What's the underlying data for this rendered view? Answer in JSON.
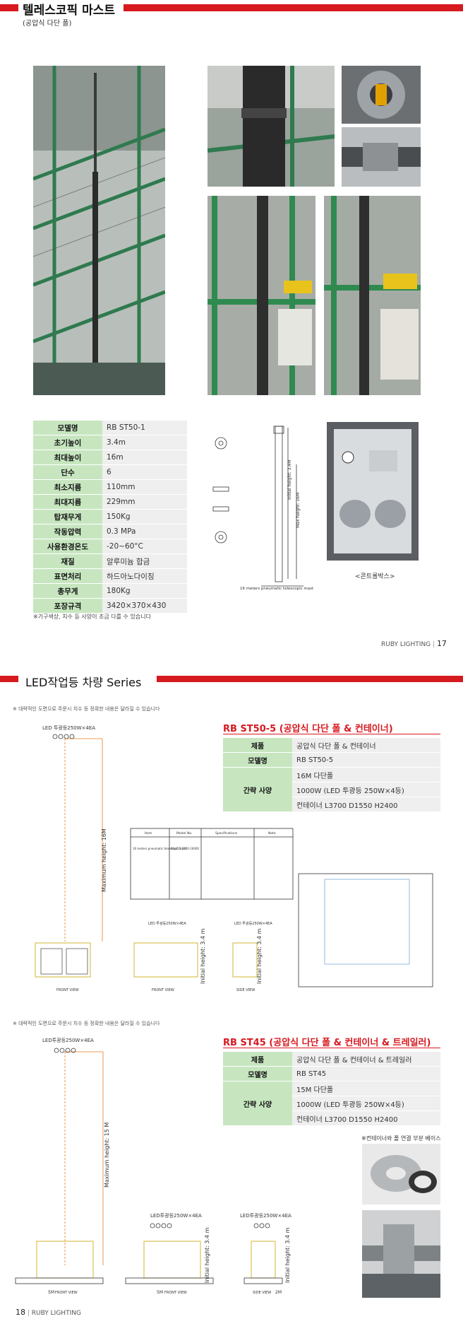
{
  "top": {
    "title": "텔레스코픽 마스트",
    "subtitle": "(공압식 다단 폴)",
    "specs": [
      {
        "label": "모델명",
        "value": "RB ST50-1"
      },
      {
        "label": "초기높이",
        "value": "3.4m"
      },
      {
        "label": "최대높이",
        "value": "16m"
      },
      {
        "label": "단수",
        "value": "6"
      },
      {
        "label": "최소지름",
        "value": "110mm"
      },
      {
        "label": "최대지름",
        "value": "229mm"
      },
      {
        "label": "탑재무게",
        "value": "150Kg"
      },
      {
        "label": "작동압력",
        "value": "0.3 MPa"
      },
      {
        "label": "사용환경온도",
        "value": "-20~60°C"
      },
      {
        "label": "재질",
        "value": "알루미늄 합금"
      },
      {
        "label": "표면처리",
        "value": "하드아노다이징"
      },
      {
        "label": "총무게",
        "value": "180Kg"
      },
      {
        "label": "포장규격",
        "value": "3420×370×430"
      }
    ],
    "note": "※기구색상, 치수 등 사양이 조금 다를 수 있습니다",
    "drawing_caption": "16 meters pneumatic telescopic mast",
    "control_box_caption": "<콘트롤박스>",
    "drawing_labels": {
      "initial": "Initial height: 3.4M",
      "max": "Max height: 16M"
    }
  },
  "page17": {
    "brand": "RUBY LIGHTING",
    "number": "17"
  },
  "section2": {
    "title": "LED작업등 차량 Series",
    "disclaimer": "※ 대략적인 도면으로 주문시 치수 등 정확한 내용은 달라질 수 있습니다",
    "product1": {
      "title": "RB ST50-5 (공압식 다단 폴 & 컨테이너)",
      "rows": [
        {
          "label": "제품",
          "value": "공압식 다단 폴 & 컨테이너"
        },
        {
          "label": "모델명",
          "value": "RB ST50-5"
        }
      ],
      "spec_label": "간략 사양",
      "spec_values": [
        "16M 다단폴",
        "1000W (LED 투광등 250W×4등)",
        "컨테이너 L3700 D1550 H2400"
      ],
      "drawing": {
        "lamp_label": "LED 투광등250W×4EA",
        "lamp_label_small": "LED 투광등250W×4EA",
        "max": "Maximum height: 16M",
        "initial": "Initial height: 3.4 m",
        "front": "FRONT  VIEW",
        "side": "SIDE  VIEW",
        "table_head": [
          "Item",
          "Model No.",
          "Specifications",
          "Note"
        ],
        "table_item": "16 meters pneumatic telescopic mast",
        "table_model": "86-215-2200-16000"
      }
    },
    "disclaimer2": "※ 대략적인 도면으로 주문시 치수 등 정확한 내용은 달라질 수 있습니다",
    "product2": {
      "title": "RB ST45 (공압식 다단 폴 & 컨테이너 & 트레일러)",
      "rows": [
        {
          "label": "제품",
          "value": "공압식 다단 폴 & 컨테이너 & 트레일러"
        },
        {
          "label": "모델명",
          "value": "RB ST45"
        }
      ],
      "spec_label": "간략 사양",
      "spec_values": [
        "15M 다단폴",
        "1000W (LED 투광등 250W×4등)",
        "컨테이너 L3700 D1550 H2400"
      ],
      "detail_caption": "※컨테이너와 폴 연결 부분 베이스",
      "drawing": {
        "lamp_label": "LED투광등250W×4EA",
        "max": "Maximum height: 15 M",
        "initial": "Initial height: 3.4 m",
        "front": "FRONT  VIEW",
        "side": "SIDE  VIEW",
        "dim_a": "5M",
        "dim_b": "2M"
      }
    }
  },
  "page18": {
    "number": "18",
    "brand": "RUBY LIGHTING"
  }
}
